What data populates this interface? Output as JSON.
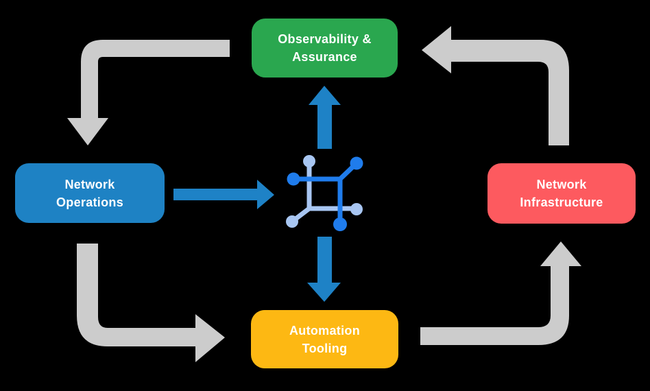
{
  "colors": {
    "background": "#000000",
    "node_green": "#2AA74F",
    "node_blue": "#1E82C4",
    "node_red": "#FD5A5F",
    "node_yellow": "#FDB813",
    "arrow_gray": "#CCCCCC",
    "arrow_blue": "#1E82C6",
    "icon_blue_dark": "#1F7CEC",
    "icon_blue_light": "#A8C6F2",
    "node_text": "#FFFFFF"
  },
  "nodes": {
    "observability": {
      "line1": "Observability &",
      "line2": "Assurance"
    },
    "operations": {
      "line1": "Network",
      "line2": "Operations"
    },
    "infrastructure": {
      "line1": "Network",
      "line2": "Infrastructure"
    },
    "automation": {
      "line1": "Automation",
      "line2": "Tooling"
    }
  },
  "icon": {
    "name": "network-mesh-icon"
  },
  "flows": {
    "gray_cycle": [
      "observability-to-operations",
      "operations-to-automation",
      "automation-to-infrastructure",
      "infrastructure-to-observability"
    ],
    "blue_center": [
      "operations-to-center",
      "center-to-observability",
      "center-to-automation"
    ]
  }
}
